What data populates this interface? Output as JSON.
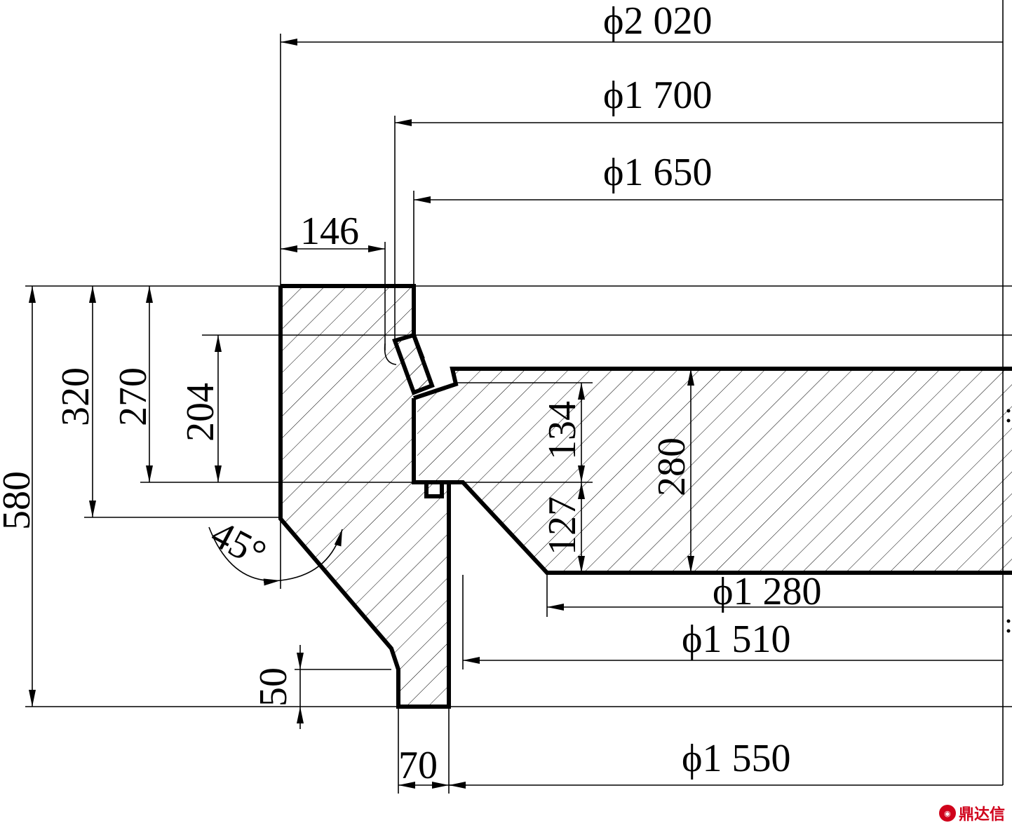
{
  "dimensions": {
    "d2020": "ϕ2 020",
    "d1700": "ϕ1 700",
    "d1650": "ϕ1 650",
    "d1280": "ϕ1 280",
    "d1510": "ϕ1 510",
    "d1550": "ϕ1 550",
    "w146": "146",
    "h580": "580",
    "h320": "320",
    "h270": "270",
    "h204": "204",
    "h134": "134",
    "h127": "127",
    "h280": "280",
    "h50": "50",
    "w70": "70",
    "angle45": "45°"
  },
  "watermark": {
    "text": "鼎达信"
  },
  "colors": {
    "line": "#000000",
    "watermark": "#d0021b"
  }
}
